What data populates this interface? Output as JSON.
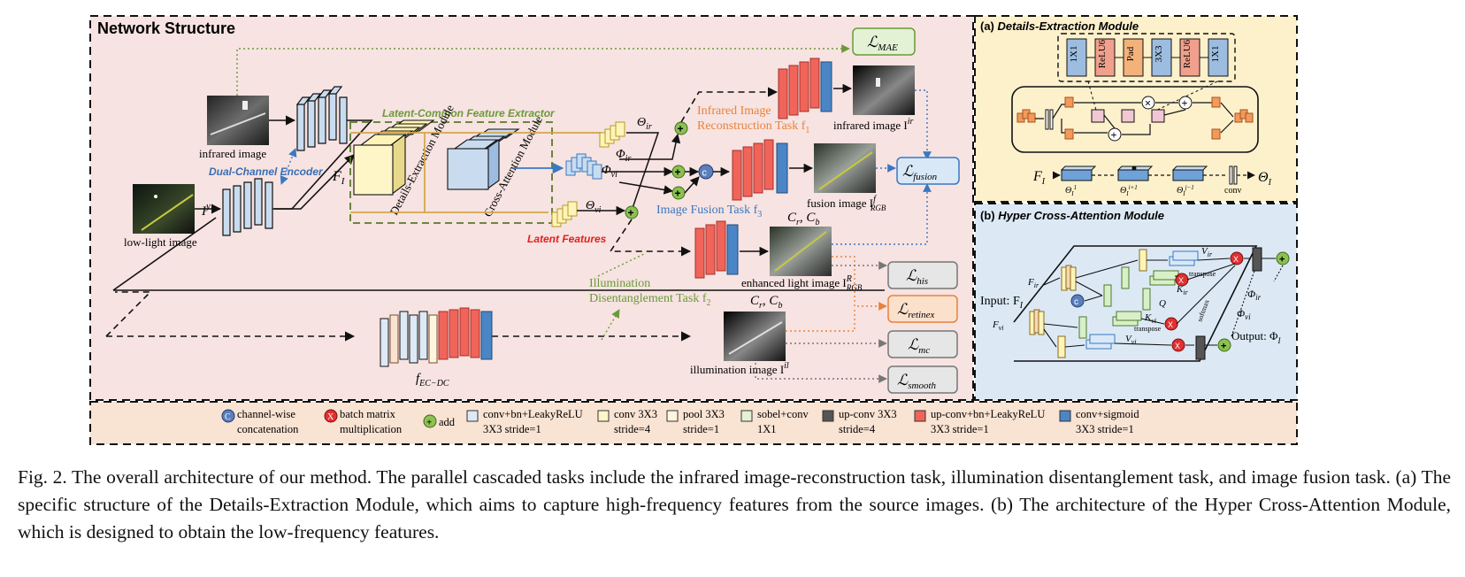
{
  "main": {
    "title": "Network Structure",
    "inputs": {
      "infrared": "infrared image",
      "lowlight": "low-light image",
      "iy": "I",
      "iy_sup": "y"
    },
    "encoder": "Dual-Channel Encoder",
    "fi": "F",
    "fi_sub": "I",
    "extractor": "Latent-Common Feature Extractor",
    "dem": "Details-Extraction Module",
    "hca": "Cross-Attention Module",
    "latent": "Latent Features",
    "theta_ir": "Θ",
    "theta_ir_sub": "ir",
    "phi_ir": "Φ",
    "phi_ir_sub": "ir",
    "phi_vi": "Φ",
    "phi_vi_sub": "vi",
    "theta_vi": "Θ",
    "theta_vi_sub": "vi",
    "task1_line1": "Infrared Image",
    "task1_line2": "Reconstruction Task f",
    "task1_sub": "1",
    "task3": "Image Fusion Task f",
    "task3_sub": "3",
    "task2_line1": "Illumination",
    "task2_line2": "Disentanglement Task f",
    "task2_sub": "2",
    "out_ir": "infrared image I",
    "out_ir_sup": "ir",
    "out_fusion": "fusion image I",
    "out_fusion_sup": "f",
    "out_fusion_sub": "RGB",
    "out_enh": "enhanced light image I",
    "out_enh_sup": "R",
    "out_enh_sub": "RGB",
    "out_illum": "illumination image I",
    "out_illum_sup": "il",
    "crcb": "C",
    "crcb_sub1": "r",
    "crcb_mid": ", C",
    "crcb_sub2": "b",
    "fecdc": "f",
    "fecdc_sub": "EC−DC",
    "losses": {
      "mae_l": "ℒ",
      "mae_s": "MAE",
      "fusion_l": "ℒ",
      "fusion_s": "fusion",
      "his_l": "ℒ",
      "his_s": "his",
      "retinex_l": "ℒ",
      "retinex_s": "retinex",
      "mc_l": "ℒ",
      "mc_s": "mc",
      "smooth_l": "ℒ",
      "smooth_s": "smooth"
    }
  },
  "panel_a": {
    "title_prefix": "(a) ",
    "title": "Details-Extraction Module",
    "blocks": [
      "1X1",
      "ReLU6",
      "Pad",
      "3X3",
      "ReLU6",
      "1X1"
    ],
    "fi": "F",
    "fi_sub": "I",
    "th1": "Θ",
    "th1_sub": "I",
    "th1_sup": "1",
    "th2": "Θ",
    "th2_sub": "I",
    "th2_sup": "i+1",
    "th3": "Θ",
    "th3_sub": "I",
    "th3_sup": "j−1",
    "conv": "conv",
    "out": "Θ",
    "out_sub": "I"
  },
  "panel_b": {
    "title_prefix": "(b) ",
    "title": "Hyper Cross-Attention Module",
    "input": "Input: F",
    "input_sub": "I",
    "f_ir": "F",
    "f_ir_sub": "ir",
    "f_vi": "F",
    "f_vi_sub": "vi",
    "v_ir": "V",
    "v_ir_sub": "ir",
    "k_ir": "K",
    "k_ir_sub": "ir",
    "q": "Q",
    "k_vi": "K",
    "k_vi_sub": "vi",
    "v_vi": "V",
    "v_vi_sub": "vi",
    "transpose1": "transpose",
    "transpose2": "transpose",
    "softmax": "softmax",
    "phi_ir": "Φ",
    "phi_ir_sub": "ir",
    "phi_vi": "Φ",
    "phi_vi_sub": "vi",
    "output": "Output: Φ",
    "output_sub": "I"
  },
  "legend": [
    {
      "symbol": "c",
      "line1": "channel-wise",
      "line2": "concatenation"
    },
    {
      "symbol": "x",
      "line1": "batch matrix",
      "line2": "multiplication"
    },
    {
      "symbol": "+",
      "line1": "add",
      "line2": ""
    },
    {
      "symbol": "box",
      "line1": "conv+bn+LeakyReLU",
      "line2": "3X3   stride=1"
    },
    {
      "symbol": "box",
      "line1": "conv  3X3",
      "line2": "stride=4"
    },
    {
      "symbol": "box",
      "line1": "pool  3X3",
      "line2": "stride=1"
    },
    {
      "symbol": "box",
      "line1": "sobel+conv",
      "line2": "1X1"
    },
    {
      "symbol": "box",
      "line1": "up-conv 3X3",
      "line2": "stride=4"
    },
    {
      "symbol": "box",
      "line1": "up-conv+bn+LeakyReLU",
      "line2": "3X3   stride=1"
    },
    {
      "symbol": "box",
      "line1": "conv+sigmoid",
      "line2": "3X3   stride=1"
    }
  ],
  "colors": {
    "main_bg": "#f7e3e1",
    "panel_a_bg": "#fdf1cc",
    "panel_b_bg": "#dce9f5",
    "legend_bg": "#f9e3d3",
    "green": "#6a9a3a",
    "orange": "#e8823a",
    "blue": "#4a7ec2",
    "red_text": "#e02020",
    "enc_blue": "#c9dcef",
    "dec_red": "#f0645a",
    "dec_blue": "#4a86c6",
    "yellow": "#fff4b8",
    "loss_green": "#e3f1d5",
    "loss_blue": "#d9e8f7",
    "loss_orange": "#fbe0cc",
    "loss_gray": "#e6e6e6"
  },
  "caption": [
    "Fig. 2.  The overall architecture of our method. The parallel cascaded tasks include the infrared image-reconstruction task, illumination disentanglement task, and image fusion task. (a) The specific structure of the Details-Extraction Module, which aims to capture high-frequency features from the source images. (b) The architecture of the Hyper Cross-Attention Module, which is designed to obtain the low-frequency features."
  ]
}
